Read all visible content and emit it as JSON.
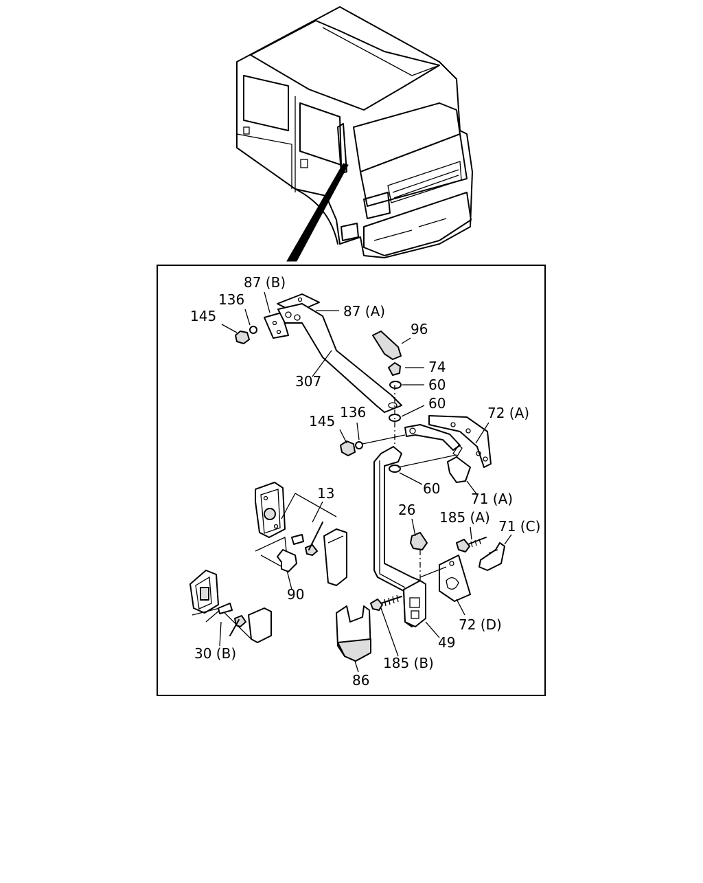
{
  "callouts": {
    "p87b": "87 (B)",
    "p136a": "136",
    "p145a": "145",
    "p87a": "87 (A)",
    "p96": "96",
    "p307": "307",
    "p74": "74",
    "p60a": "60",
    "p60b": "60",
    "p72a": "72 (A)",
    "p145b": "145",
    "p136b": "136",
    "p60c": "60",
    "p71a": "71 (A)",
    "p13": "13",
    "p26": "26",
    "p185a": "185 (A)",
    "p71c": "71 (C)",
    "p90": "90",
    "p72d": "72 (D)",
    "p49": "49",
    "p30b": "30 (B)",
    "p185b": "185 (B)",
    "p86": "86"
  }
}
